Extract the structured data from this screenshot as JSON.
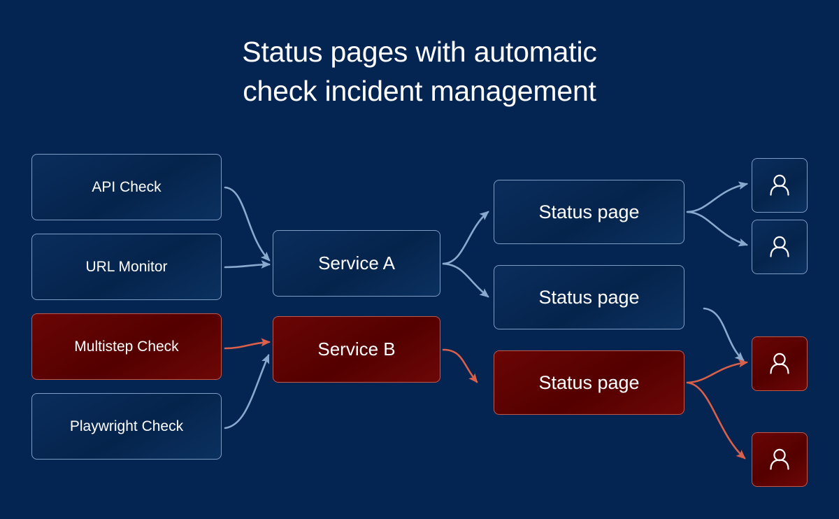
{
  "theme": {
    "background": "#042551",
    "box_blue_fill": "#06274f",
    "box_blue_border": "#7d9dc4",
    "box_red_fill": "#5d0202",
    "box_red_border": "#c0584a",
    "arrow_blue": "#8aa9cf",
    "arrow_red": "#d9604a",
    "text": "#ffffff"
  },
  "header": {
    "title": "Status pages with automatic\ncheck incident management"
  },
  "diagram": {
    "checks": [
      {
        "label": "API Check",
        "state": "ok"
      },
      {
        "label": "URL Monitor",
        "state": "ok"
      },
      {
        "label": "Multistep Check",
        "state": "failing"
      },
      {
        "label": "Playwright Check",
        "state": "ok"
      }
    ],
    "services": [
      {
        "label": "Service A",
        "state": "ok"
      },
      {
        "label": "Service B",
        "state": "failing"
      }
    ],
    "status_pages": [
      {
        "label": "Status page",
        "state": "ok"
      },
      {
        "label": "Status page",
        "state": "ok"
      },
      {
        "label": "Status page",
        "state": "failing"
      }
    ],
    "users": [
      {
        "icon": "person-icon",
        "state": "ok"
      },
      {
        "icon": "person-icon",
        "state": "ok"
      },
      {
        "icon": "person-icon",
        "state": "failing"
      },
      {
        "icon": "person-icon",
        "state": "failing"
      }
    ],
    "connections": [
      {
        "from": "API Check",
        "to": "Service A",
        "color": "blue"
      },
      {
        "from": "URL Monitor",
        "to": "Service A",
        "color": "blue"
      },
      {
        "from": "Multistep Check",
        "to": "Service B",
        "color": "red"
      },
      {
        "from": "Playwright Check",
        "to": "Service B",
        "color": "blue"
      },
      {
        "from": "Service A",
        "to": "Status page 1",
        "color": "blue"
      },
      {
        "from": "Service A",
        "to": "Status page 2",
        "color": "blue"
      },
      {
        "from": "Service B",
        "to": "Status page 3",
        "color": "red"
      },
      {
        "from": "Status page 1",
        "to": "User 1",
        "color": "blue"
      },
      {
        "from": "Status page 1",
        "to": "User 2",
        "color": "blue"
      },
      {
        "from": "Status page 2",
        "to": "User 3",
        "color": "blue"
      },
      {
        "from": "Status page 3",
        "to": "User 3",
        "color": "red"
      },
      {
        "from": "Status page 3",
        "to": "User 4",
        "color": "red"
      }
    ]
  }
}
